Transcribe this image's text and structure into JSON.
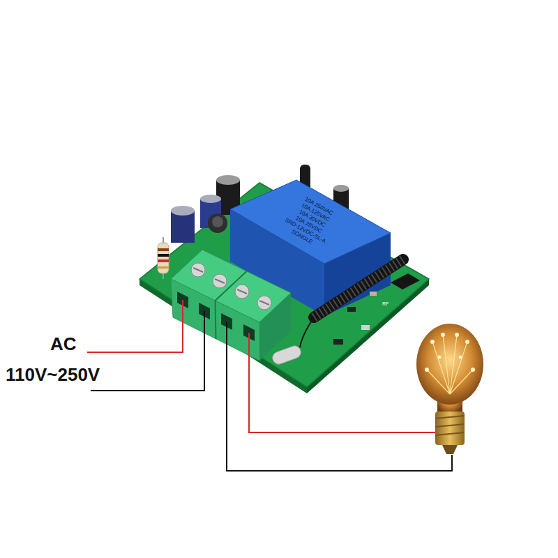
{
  "diagram": {
    "labels": [
      "AC",
      "110V~250V",
      "SRD-12VDC-SL-A",
      "SONGLE",
      "10A 250VAC",
      "10A 125VAC",
      "10A 30VDC",
      "10A 28VDC",
      "RF"
    ]
  }
}
